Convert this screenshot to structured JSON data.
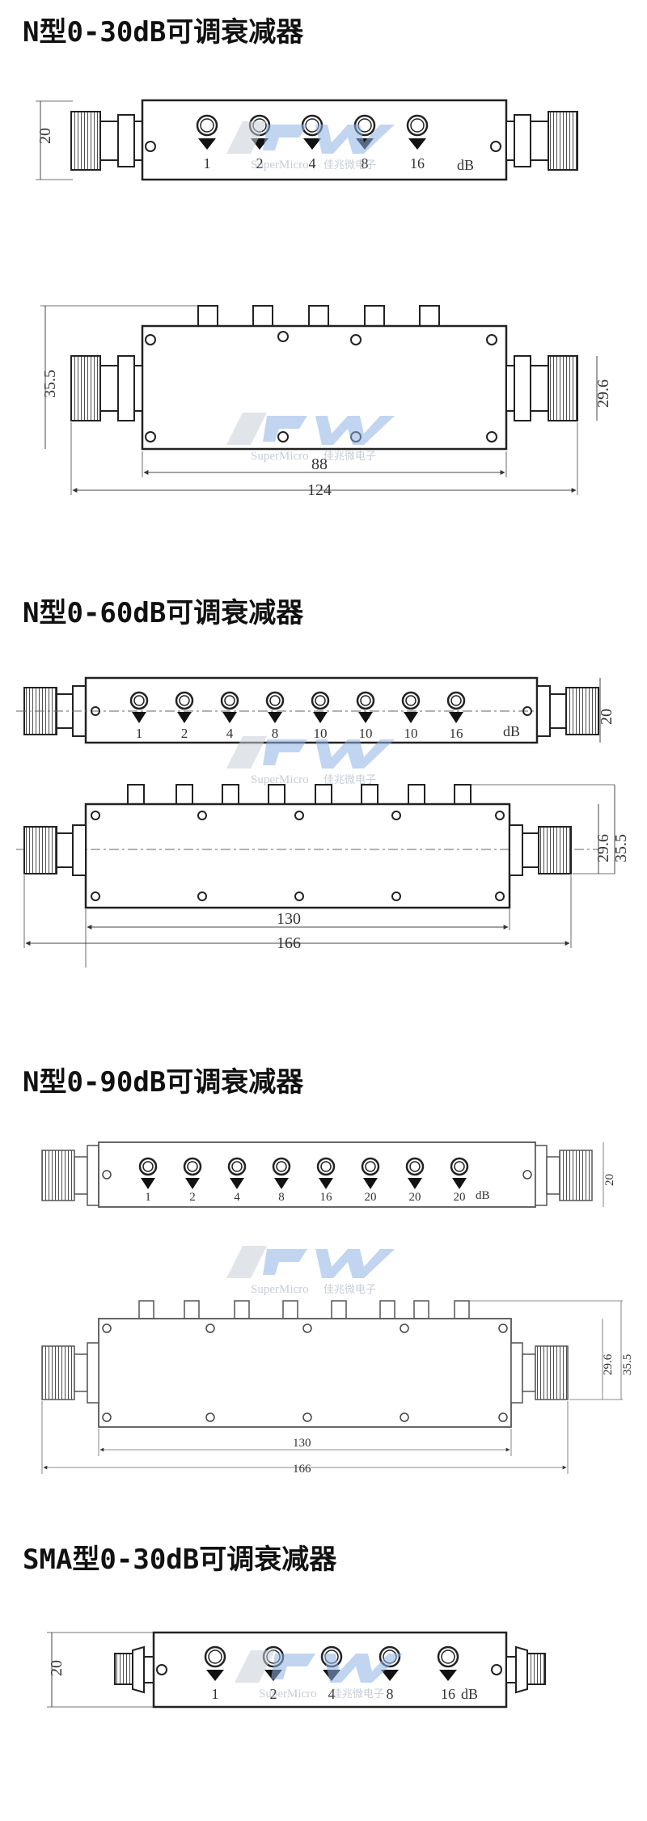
{
  "sections": [
    {
      "title": "N型0-30dB可调衰减器",
      "knob_labels": [
        "1",
        "2",
        "4",
        "8",
        "16"
      ],
      "unit": "dB",
      "dims": {
        "height": "20",
        "side_height": "35.5",
        "connector_height": "29.6",
        "body_length": "88",
        "total_length": "124"
      }
    },
    {
      "title": "N型0-60dB可调衰减器",
      "knob_labels": [
        "1",
        "2",
        "4",
        "8",
        "10",
        "10",
        "10",
        "16"
      ],
      "unit": "dB",
      "dims": {
        "height": "20",
        "side_height": "35.5",
        "connector_height": "29.6",
        "body_length": "130",
        "total_length": "166"
      }
    },
    {
      "title": "N型0-90dB可调衰减器",
      "knob_labels": [
        "1",
        "2",
        "4",
        "8",
        "16",
        "20",
        "20",
        "20"
      ],
      "unit": "dB",
      "dims": {
        "height": "20",
        "side_height": "35.5",
        "connector_height": "29.6",
        "body_length": "130",
        "total_length": "166"
      }
    },
    {
      "title": "SMA型0-30dB可调衰减器",
      "knob_labels": [
        "1",
        "2",
        "4",
        "8",
        "16"
      ],
      "unit": "dB",
      "dims": {
        "height": "20"
      }
    }
  ],
  "watermark": {
    "brand": "SuperMicro",
    "company": "佳兆微电子"
  }
}
